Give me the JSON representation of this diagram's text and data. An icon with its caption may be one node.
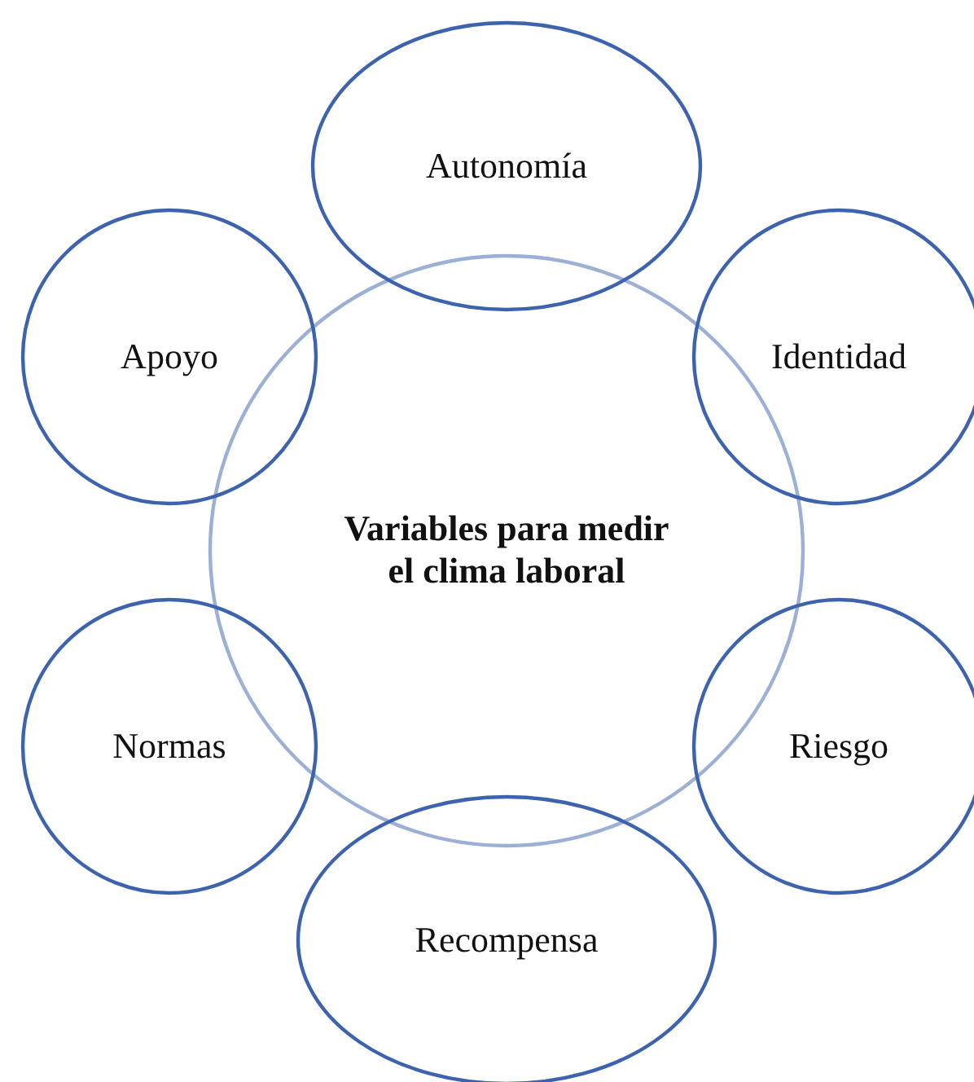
{
  "diagram": {
    "nodes": [
      {
        "text": [
          "Autonomía"
        ]
      },
      {
        "text": [
          "Apoyo"
        ]
      },
      {
        "text": [
          "Identidad"
        ]
      },
      {
        "text": [
          "Variables para medir el clima laboral"
        ]
      },
      {
        "text": [
          "Normas"
        ]
      },
      {
        "text": [
          "Riesgo"
        ]
      },
      {
        "text": [
          "Recompensa"
        ]
      }
    ]
  }
}
